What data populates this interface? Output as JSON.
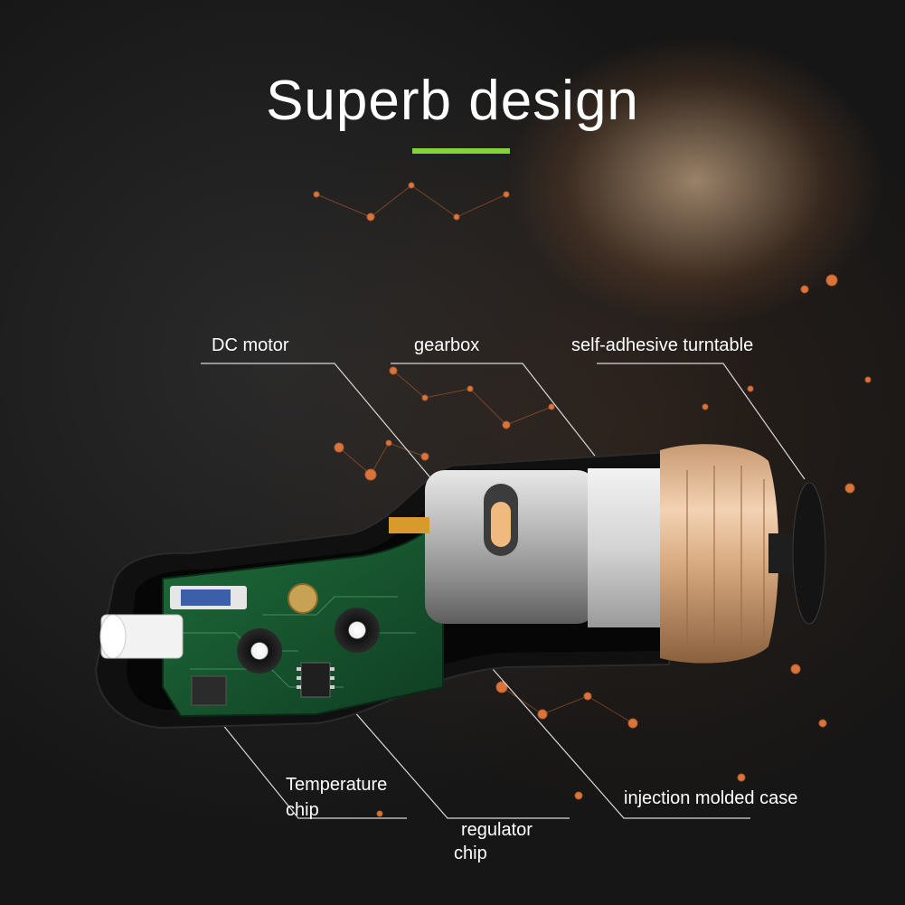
{
  "title": "Superb design",
  "colors": {
    "accent": "#7fd63a",
    "background": "#1c1c1c",
    "network": "#d9743a"
  },
  "labels": {
    "dc_motor": "DC motor",
    "gearbox": "gearbox",
    "turntable": "self-adhesive turntable",
    "temperature_line1": "Temperature",
    "temperature_line2": "chip",
    "regulator_line1": "regulator",
    "regulator_line2": "chip",
    "case": "injection molded case"
  }
}
